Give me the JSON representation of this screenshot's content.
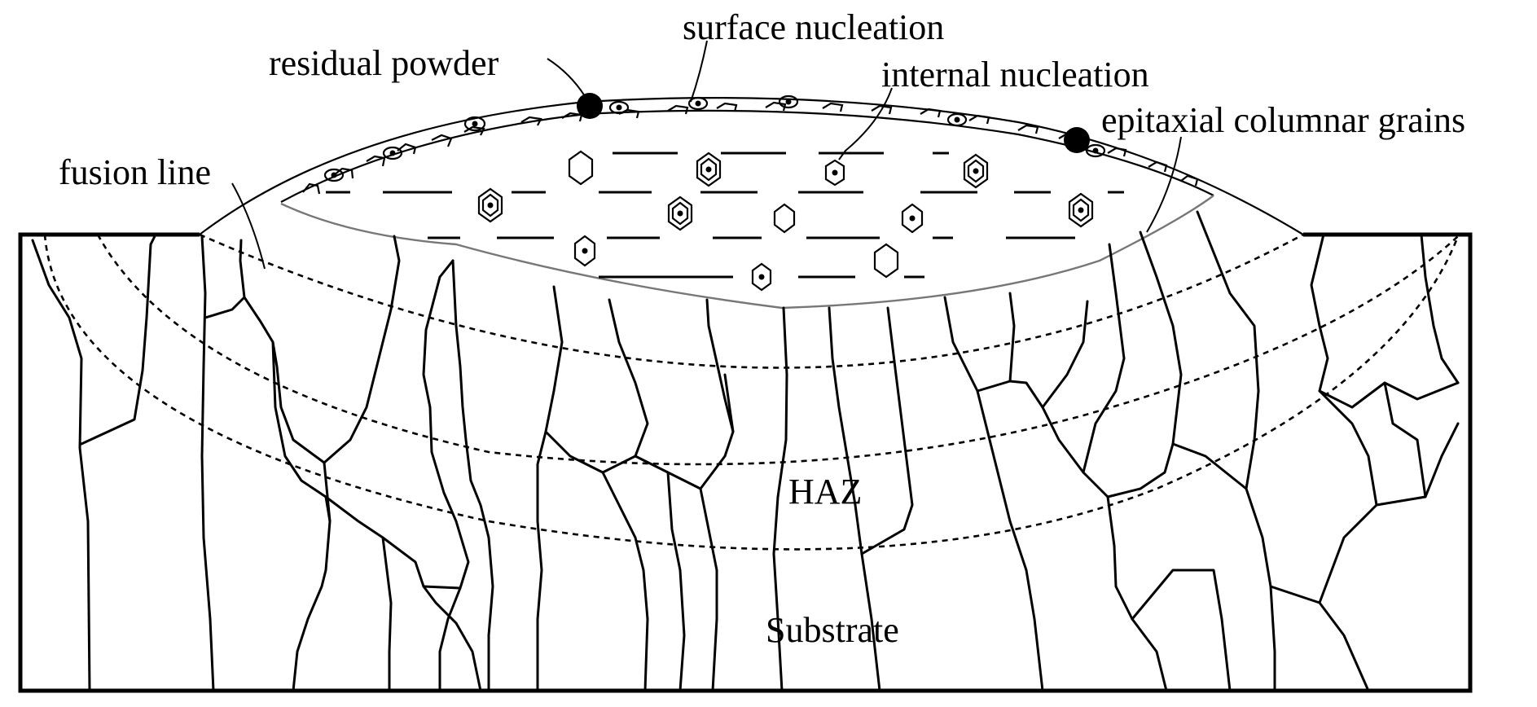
{
  "labels": {
    "surface_nucleation": "surface nucleation",
    "residual_powder": "residual powder",
    "internal_nucleation": "internal nucleation",
    "epitaxial_columnar_grains": "epitaxial columnar grains",
    "fusion_line": "fusion line",
    "haz": "HAZ",
    "substrate": "Substrate"
  }
}
